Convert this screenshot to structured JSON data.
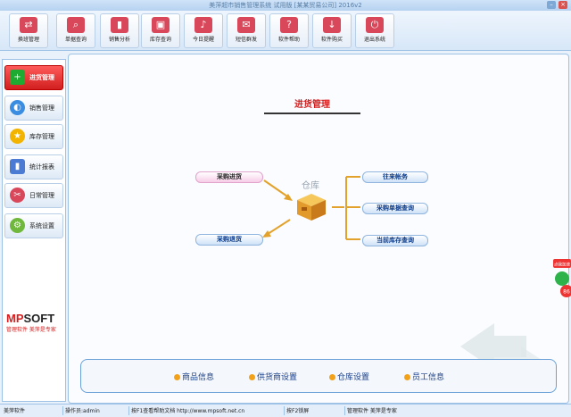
{
  "window": {
    "title": "美萍超市销售管理系统 试用版 [某某贸易公司] 2016v2",
    "minimize_label": "–",
    "close_label": "×"
  },
  "toolbar": {
    "buttons": [
      {
        "label": "换班管理",
        "icon": "user-swap-icon",
        "color": "#d8485a"
      },
      {
        "label": "单据查询",
        "icon": "document-search-icon",
        "color": "#d8485a"
      },
      {
        "label": "销售分析",
        "icon": "bar-chart-icon",
        "color": "#d8485a"
      },
      {
        "label": "库存查询",
        "icon": "stock-box-icon",
        "color": "#d8485a"
      },
      {
        "label": "今日提醒",
        "icon": "alarm-bell-icon",
        "color": "#d8485a"
      },
      {
        "label": "短信群发",
        "icon": "envelope-icon",
        "color": "#d8485a"
      },
      {
        "label": "软件帮助",
        "icon": "help-icon",
        "color": "#d8485a"
      },
      {
        "label": "软件购买",
        "icon": "download-icon",
        "color": "#d8485a"
      },
      {
        "label": "退出系统",
        "icon": "power-icon",
        "color": "#d8485a"
      }
    ]
  },
  "sidebar": {
    "items": [
      {
        "label": "进货管理",
        "icon": "plus-icon",
        "active": true,
        "color": "#1faa32"
      },
      {
        "label": "销售管理",
        "icon": "globe-icon",
        "active": false,
        "color": "#3a8de0"
      },
      {
        "label": "库存管理",
        "icon": "star-icon",
        "active": false,
        "color": "#f2b400"
      },
      {
        "label": "统计报表",
        "icon": "chart-icon",
        "active": false,
        "color": "#4c7bd3"
      },
      {
        "label": "日常管理",
        "icon": "tools-icon",
        "active": false,
        "color": "#d8485a"
      },
      {
        "label": "系统设置",
        "icon": "gear-icon",
        "active": false,
        "color": "#6fb83d"
      }
    ],
    "brand_mp": "MP",
    "brand_soft": "SOFT",
    "brand_slogan": "管理软件 美萍是专家"
  },
  "main": {
    "page_title": "进货管理",
    "center_label": "仓库",
    "left_actions": [
      {
        "label": "采购进货",
        "style": "pink"
      },
      {
        "label": "采购退货",
        "style": "blue"
      }
    ],
    "right_actions": [
      {
        "label": "往来帐务"
      },
      {
        "label": "采购单据查询"
      },
      {
        "label": "当前库存查询"
      }
    ],
    "quick_links": [
      "商品信息",
      "供货商设置",
      "仓库设置",
      "员工信息"
    ]
  },
  "float_badge": {
    "label": "点我加速",
    "value": "86"
  },
  "status_bar": {
    "cells": [
      "美萍软件",
      "操作员:admin",
      "按F1查看帮助文档 http://www.mpsoft.net.cn",
      "按F2锁屏",
      "管理软件 美萍是专家"
    ]
  },
  "colors": {
    "accent_red": "#d31f1f",
    "frame_blue": "#9ec1e6",
    "arrow_orange": "#e3a22b"
  }
}
